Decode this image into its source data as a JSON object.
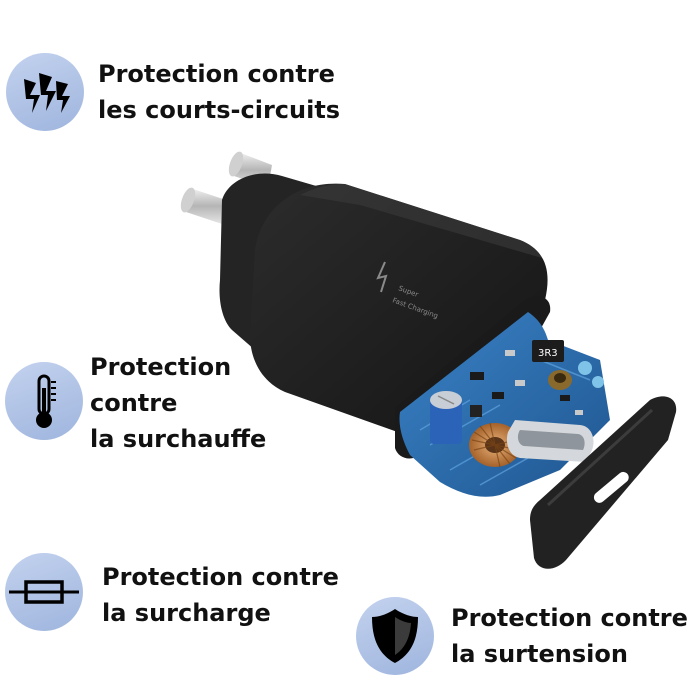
{
  "features": {
    "short_circuit": {
      "lines": [
        "Protection contre",
        "les courts-circuits"
      ],
      "icon": "lightning-bolts-icon"
    },
    "overheat": {
      "lines": [
        "Protection",
        "contre",
        "la surchauffe"
      ],
      "icon": "thermometer-icon"
    },
    "overload": {
      "lines": [
        "Protection contre",
        "la surcharge"
      ],
      "icon": "fuse-icon"
    },
    "overvoltage": {
      "lines": [
        "Protection contre",
        "la surtension"
      ],
      "icon": "shield-icon"
    }
  },
  "product": {
    "printed_text": [
      "Super",
      "Fast Charging"
    ],
    "chip_label": "3R3"
  },
  "colors": {
    "icon_bg": "#a9bde3",
    "icon_glyph": "#000000",
    "charger_body": "#1e1e1e",
    "pcb_blue": "#2d6fb3"
  }
}
